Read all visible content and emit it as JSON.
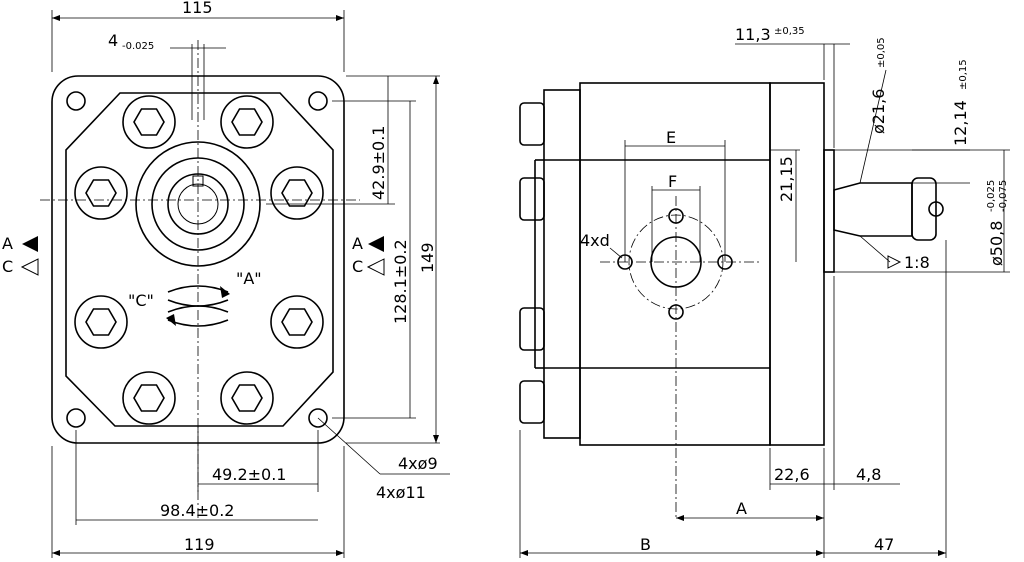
{
  "front_view": {
    "dims": {
      "top_width": "115",
      "shaft_offset": "4",
      "shaft_offset_tol": "-0.025",
      "center_height": "42.9±0.1",
      "bolt_spacing_vertical": "128.1±0.2",
      "overall_height": "149",
      "bolt_spacing_small": "49.2±0.1",
      "bolt_spacing_large": "98.4±0.2",
      "bottom_width": "119",
      "hole_small": "4xø9",
      "hole_large": "4xø11"
    },
    "port_left": {
      "a": "A",
      "c": "C"
    },
    "port_right": {
      "a": "A",
      "c": "C"
    },
    "rotation": {
      "c_label": "\"C\"",
      "a_label": "\"A\""
    }
  },
  "side_view": {
    "dims": {
      "flange_offset": "11,3",
      "flange_offset_tol": "±0,35",
      "shaft_dia": "ø21,6",
      "shaft_dia_tol": "±0,05",
      "key_height": "12,14",
      "key_height_tol": "±0,15",
      "pilot_height": "21,15",
      "pilot_dia": "ø50,8",
      "pilot_dia_tol_upper": "-0,025",
      "pilot_dia_tol_lower": "-0,075",
      "taper": "1:8",
      "flange_width": "22,6",
      "pilot_length": "4,8",
      "dim_a": "A",
      "dim_b": "B",
      "shaft_length": "47",
      "port_e": "E",
      "port_f": "F",
      "port_holes": "4xd"
    }
  }
}
